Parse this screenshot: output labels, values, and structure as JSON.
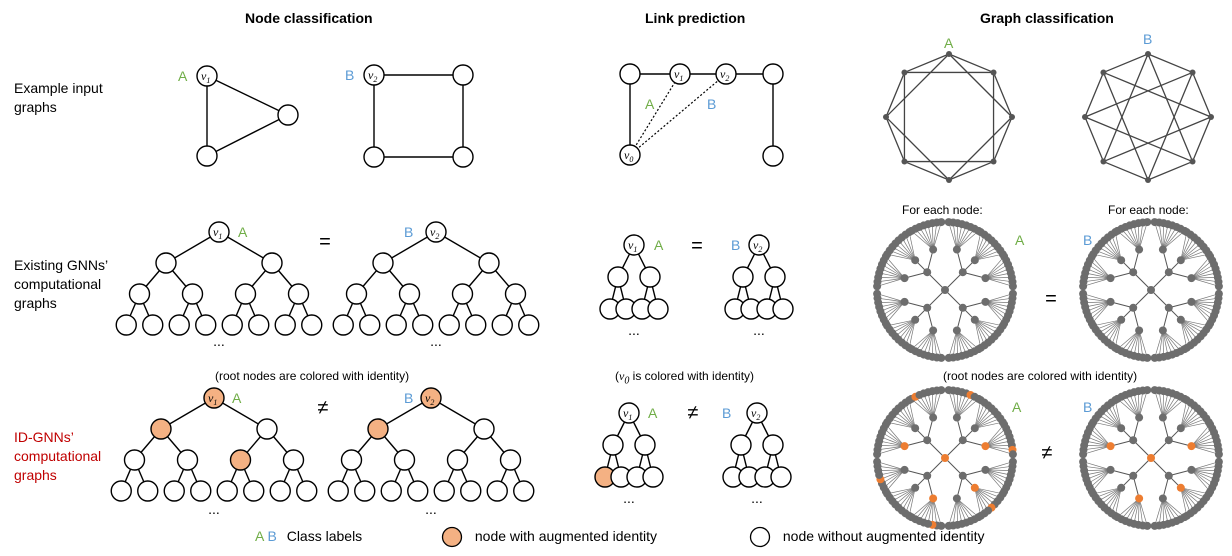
{
  "columns": [
    {
      "id": "node",
      "title": "Node classification"
    },
    {
      "id": "link",
      "title": "Link prediction"
    },
    {
      "id": "graph",
      "title": "Graph classification"
    }
  ],
  "rows": [
    {
      "id": "input",
      "label": [
        "Example input",
        "graphs"
      ],
      "color": "#000000"
    },
    {
      "id": "existing",
      "label": [
        "Existing GNNs’",
        "computational",
        "graphs"
      ],
      "color": "#000000"
    },
    {
      "id": "idgnn",
      "label": [
        "ID-GNNs’",
        "computational",
        "graphs"
      ],
      "color": "#c00000"
    }
  ],
  "class_labels": {
    "a": "A",
    "b": "B",
    "a_color": "#70ad47",
    "b_color": "#5b9bd5"
  },
  "node_labels": {
    "v0": "v",
    "v0_sub": "0",
    "v1": "v",
    "v1_sub": "1",
    "v2": "v",
    "v2_sub": "2"
  },
  "relations": {
    "equal": "=",
    "not_equal": "≠"
  },
  "notes": {
    "node_id": "(root nodes are colored with identity)",
    "link_id": "is colored with identity)",
    "link_id_prefix": "(",
    "graph_for_each": "For each node:",
    "graph_id": "(root nodes are colored with identity)"
  },
  "ellipsis": "...",
  "legend": {
    "class_labels_text": "Class labels",
    "augmented_text": "node with augmented identity",
    "plain_text": "node without augmented identity"
  },
  "colors": {
    "identity_fill": "#f4b183",
    "identity_dot": "#ed7d31",
    "graph_node": "#6d6d6d",
    "edge": "#000000"
  },
  "id_trees": {
    "node_a_colored": {
      "level2": [
        0,
        3
      ],
      "level3": [
        2,
        5
      ]
    },
    "node_b_colored": {
      "level2": [
        0,
        3
      ],
      "level3": []
    },
    "link_a_colored": {
      "level3": [
        0
      ]
    }
  }
}
